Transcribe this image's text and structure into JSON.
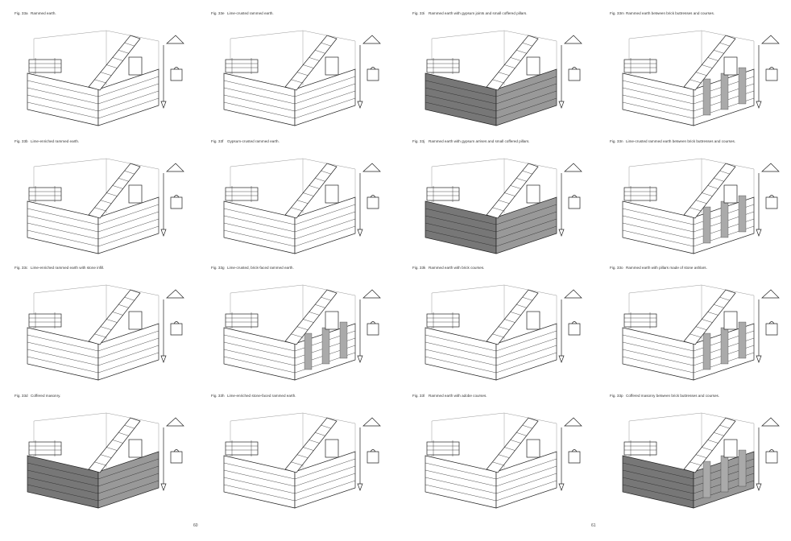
{
  "figures": [
    {
      "num": "Fig. 33a",
      "caption": "Rammed earth."
    },
    {
      "num": "Fig. 33e",
      "caption": "Lime-crusted rammed earth."
    },
    {
      "num": "Fig. 33i",
      "caption": "Rammed earth with gypsum joints and small coffered pillars."
    },
    {
      "num": "Fig. 33m",
      "caption": "Rammed earth between brick buttresses and courses."
    },
    {
      "num": "Fig. 33b",
      "caption": "Lime-enriched rammed earth."
    },
    {
      "num": "Fig. 33f",
      "caption": "Gypsum-crusted rammed earth."
    },
    {
      "num": "Fig. 33j",
      "caption": "Rammed earth with gypsum arrises and small coffered pillars."
    },
    {
      "num": "Fig. 33n",
      "caption": "Lime-crusted rammed earth between brick buttresses and courses."
    },
    {
      "num": "Fig. 33c",
      "caption": "Lime-enriched rammed earth with stone infill."
    },
    {
      "num": "Fig. 33g",
      "caption": "Lime-crusted, brick-faced rammed earth."
    },
    {
      "num": "Fig. 33k",
      "caption": "Rammed earth with brick courses."
    },
    {
      "num": "Fig. 33o",
      "caption": "Rammed earth with pillars made of stone ashlars."
    },
    {
      "num": "Fig. 33d",
      "caption": "Coffered masonry."
    },
    {
      "num": "Fig. 33h",
      "caption": "Lime-enriched stone-faced rammed earth."
    },
    {
      "num": "Fig. 33l",
      "caption": "Rammed earth with adobe courses."
    },
    {
      "num": "Fig. 33p",
      "caption": "Coffered masonry between brick buttresses and courses."
    }
  ],
  "page_numbers": {
    "left": "60",
    "right": "61"
  }
}
